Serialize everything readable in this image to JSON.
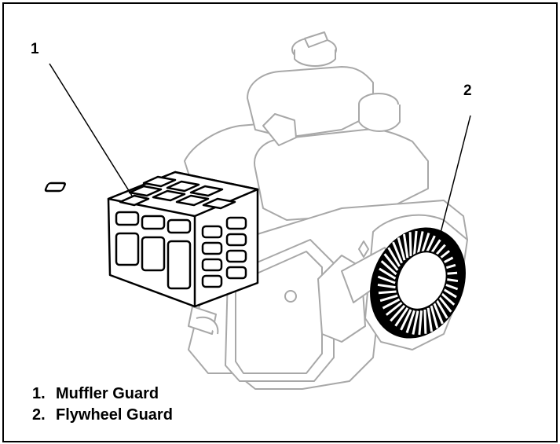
{
  "figure": {
    "callouts": [
      {
        "number": "1"
      },
      {
        "number": "2"
      }
    ],
    "legend": [
      {
        "number": "1.",
        "label": "Muffler Guard"
      },
      {
        "number": "2.",
        "label": "Flywheel Guard"
      }
    ],
    "colors": {
      "outline": "#000000",
      "engine_stroke": "#a6a6a6",
      "background": "#ffffff"
    }
  }
}
